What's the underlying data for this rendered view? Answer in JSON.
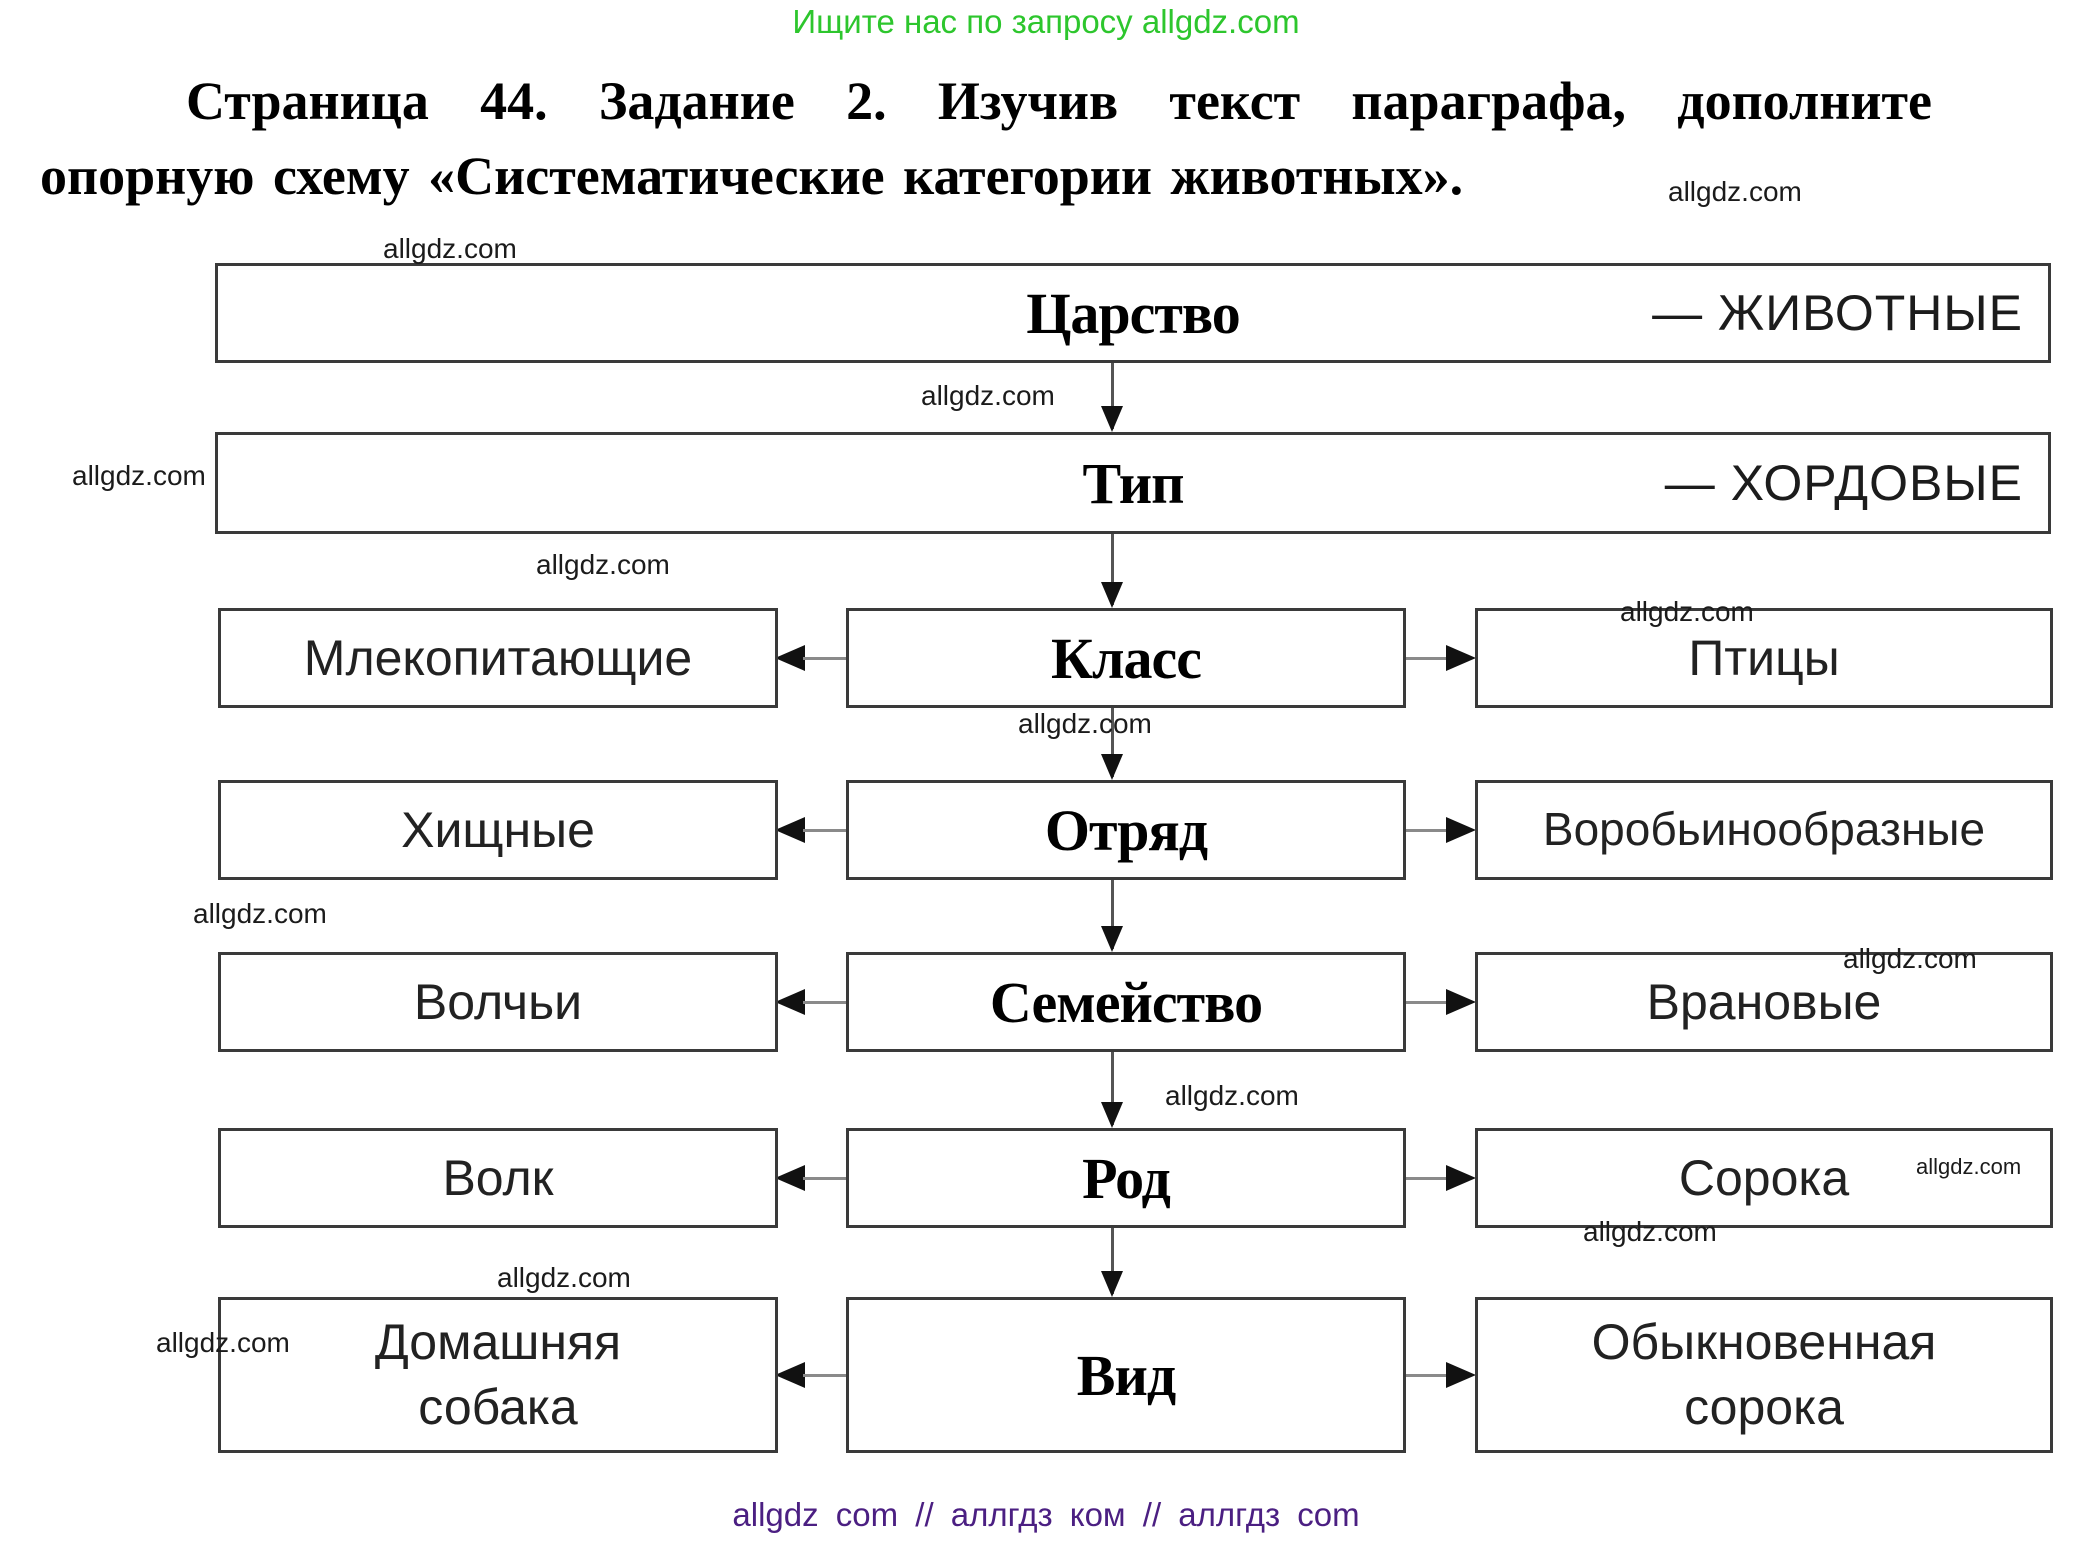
{
  "header": {
    "text": "Ищите нас по запросу allgdz.com",
    "color": "#2dc62d"
  },
  "title": {
    "line1": "Страница 44. Задание 2. Изучив текст параграфа, дополните",
    "line2": "опорную схему «Систематические категории животных»."
  },
  "watermark": {
    "text": "allgdz.com"
  },
  "diagram": {
    "scheme_name": "Систематические категории животных",
    "full_rows": [
      {
        "label": "Царство",
        "value": "— ЖИВОТНЫЕ"
      },
      {
        "label": "Тип",
        "value": "— ХОРДОВЫЕ"
      }
    ],
    "rows": [
      {
        "left": "Млекопитающие",
        "center": "Класс",
        "right": "Птицы"
      },
      {
        "left": "Хищные",
        "center": "Отряд",
        "right": "Воробьинообразные"
      },
      {
        "left": "Волчьи",
        "center": "Семейство",
        "right": "Врановые"
      },
      {
        "left": "Волк",
        "center": "Род",
        "right": "Сорока"
      },
      {
        "left": "Домашняя\nсобака",
        "center": "Вид",
        "right": "Обыкновенная\nсорока"
      }
    ]
  },
  "footer": {
    "text": "allgdz com // аллгдз ком // аллгдз com",
    "color": "#4b1f82"
  }
}
